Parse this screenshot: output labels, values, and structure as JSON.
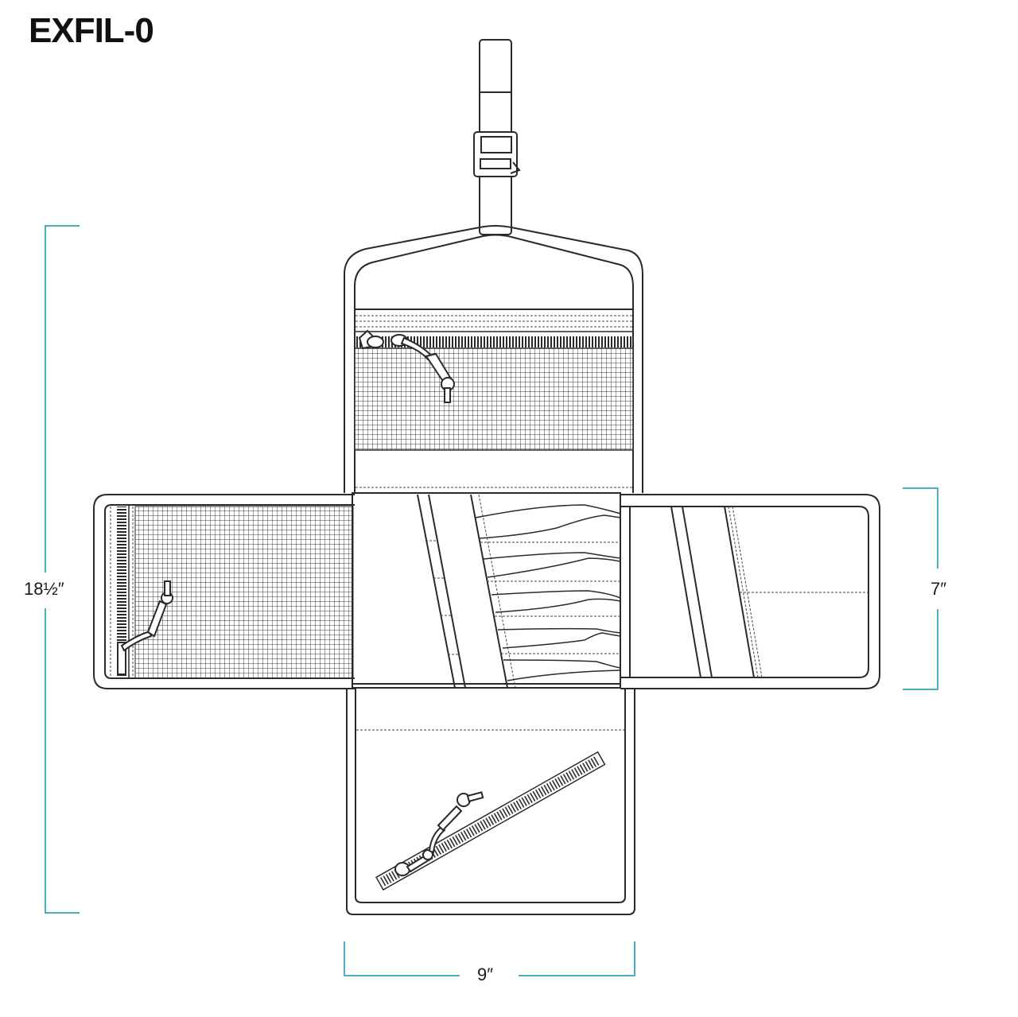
{
  "title": "EXFIL-0",
  "dimensions": {
    "height_total": "18½″",
    "height_side_flaps": "7″",
    "width_body": "9″"
  },
  "colors": {
    "dimension_line": "#4aaebf",
    "outline": "#2a2a2a",
    "background": "#ffffff"
  },
  "panels": {
    "top": "zippered-mesh-pocket-panel",
    "left": "side-mesh-pocket-flap",
    "center": "elastic-loop-organizer",
    "right": "slip-pocket-flap",
    "bottom": "zippered-pocket-panel"
  },
  "hardware": {
    "strap": "hanging-strap",
    "buckle": "ladder-lock-buckle"
  }
}
